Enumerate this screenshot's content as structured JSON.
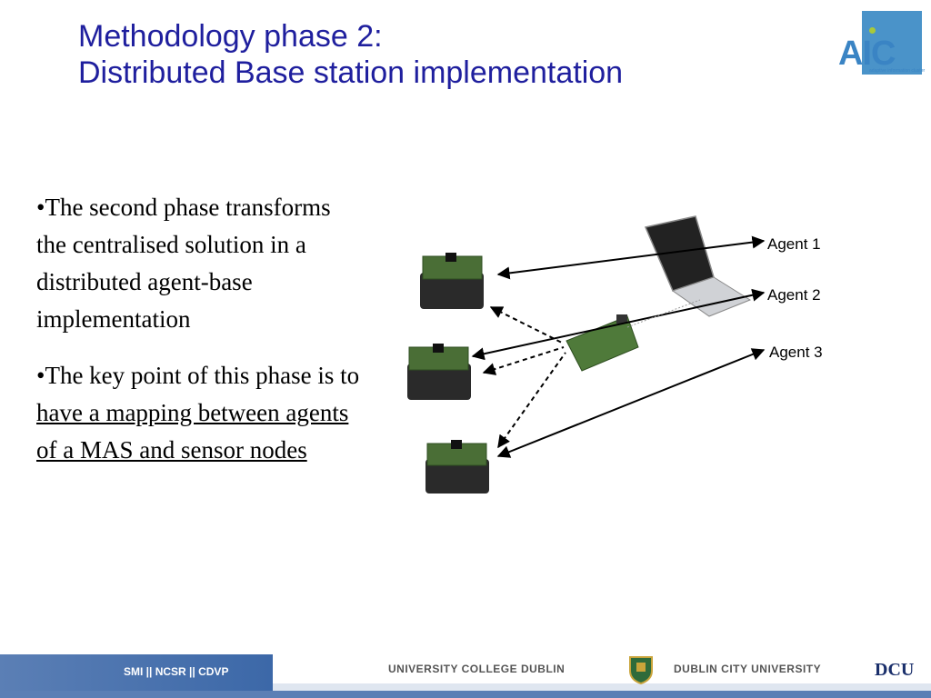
{
  "title": {
    "line1": "Methodology phase 2:",
    "line2": "Distributed Base station implementation"
  },
  "logo": {
    "text": "AIC",
    "subtitle": "adaptive information cluster"
  },
  "bullets": [
    {
      "text": "•The second phase transforms the centralised solution in a distributed agent-base implementation"
    },
    {
      "prefix": "•The key point of this phase is to ",
      "underlined": "have a mapping between agents of a MAS and sensor nodes"
    }
  ],
  "diagram": {
    "agents": [
      "Agent 1",
      "Agent 2",
      "Agent 3"
    ]
  },
  "footer": {
    "left_label": "SMI  ||  NCSR  ||  CDVP",
    "ucd": "UNIVERSITY COLLEGE DUBLIN",
    "dcu": "DUBLIN CITY UNIVERSITY",
    "dcu_logo": "DCU"
  },
  "colors": {
    "title": "#1f1f9e",
    "logo": "#4a93c9",
    "footer_bar": "#5b7fb5"
  }
}
